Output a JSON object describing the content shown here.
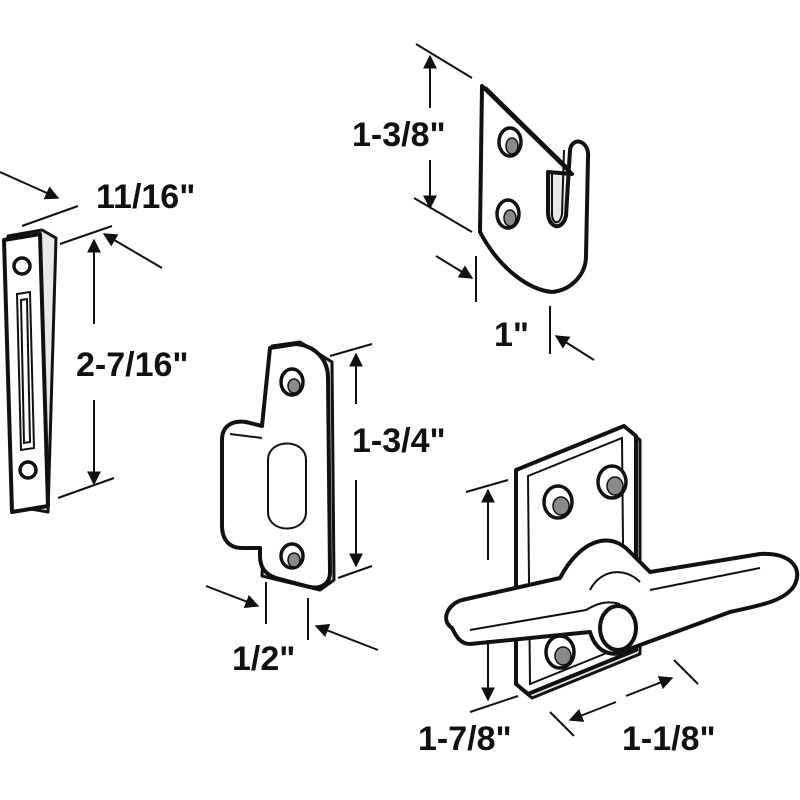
{
  "dimensions": {
    "strike_width": "11/16\"",
    "strike_length": "2-7/16\"",
    "hook_plate_length": "1-3/8\"",
    "hook_plate_width": "1\"",
    "keeper_length": "1-3/4\"",
    "keeper_width": "1/2\"",
    "latch_height": "1-7/8\"",
    "latch_width": "1-1/8\""
  },
  "colors": {
    "line": "#111111",
    "background": "#ffffff"
  }
}
